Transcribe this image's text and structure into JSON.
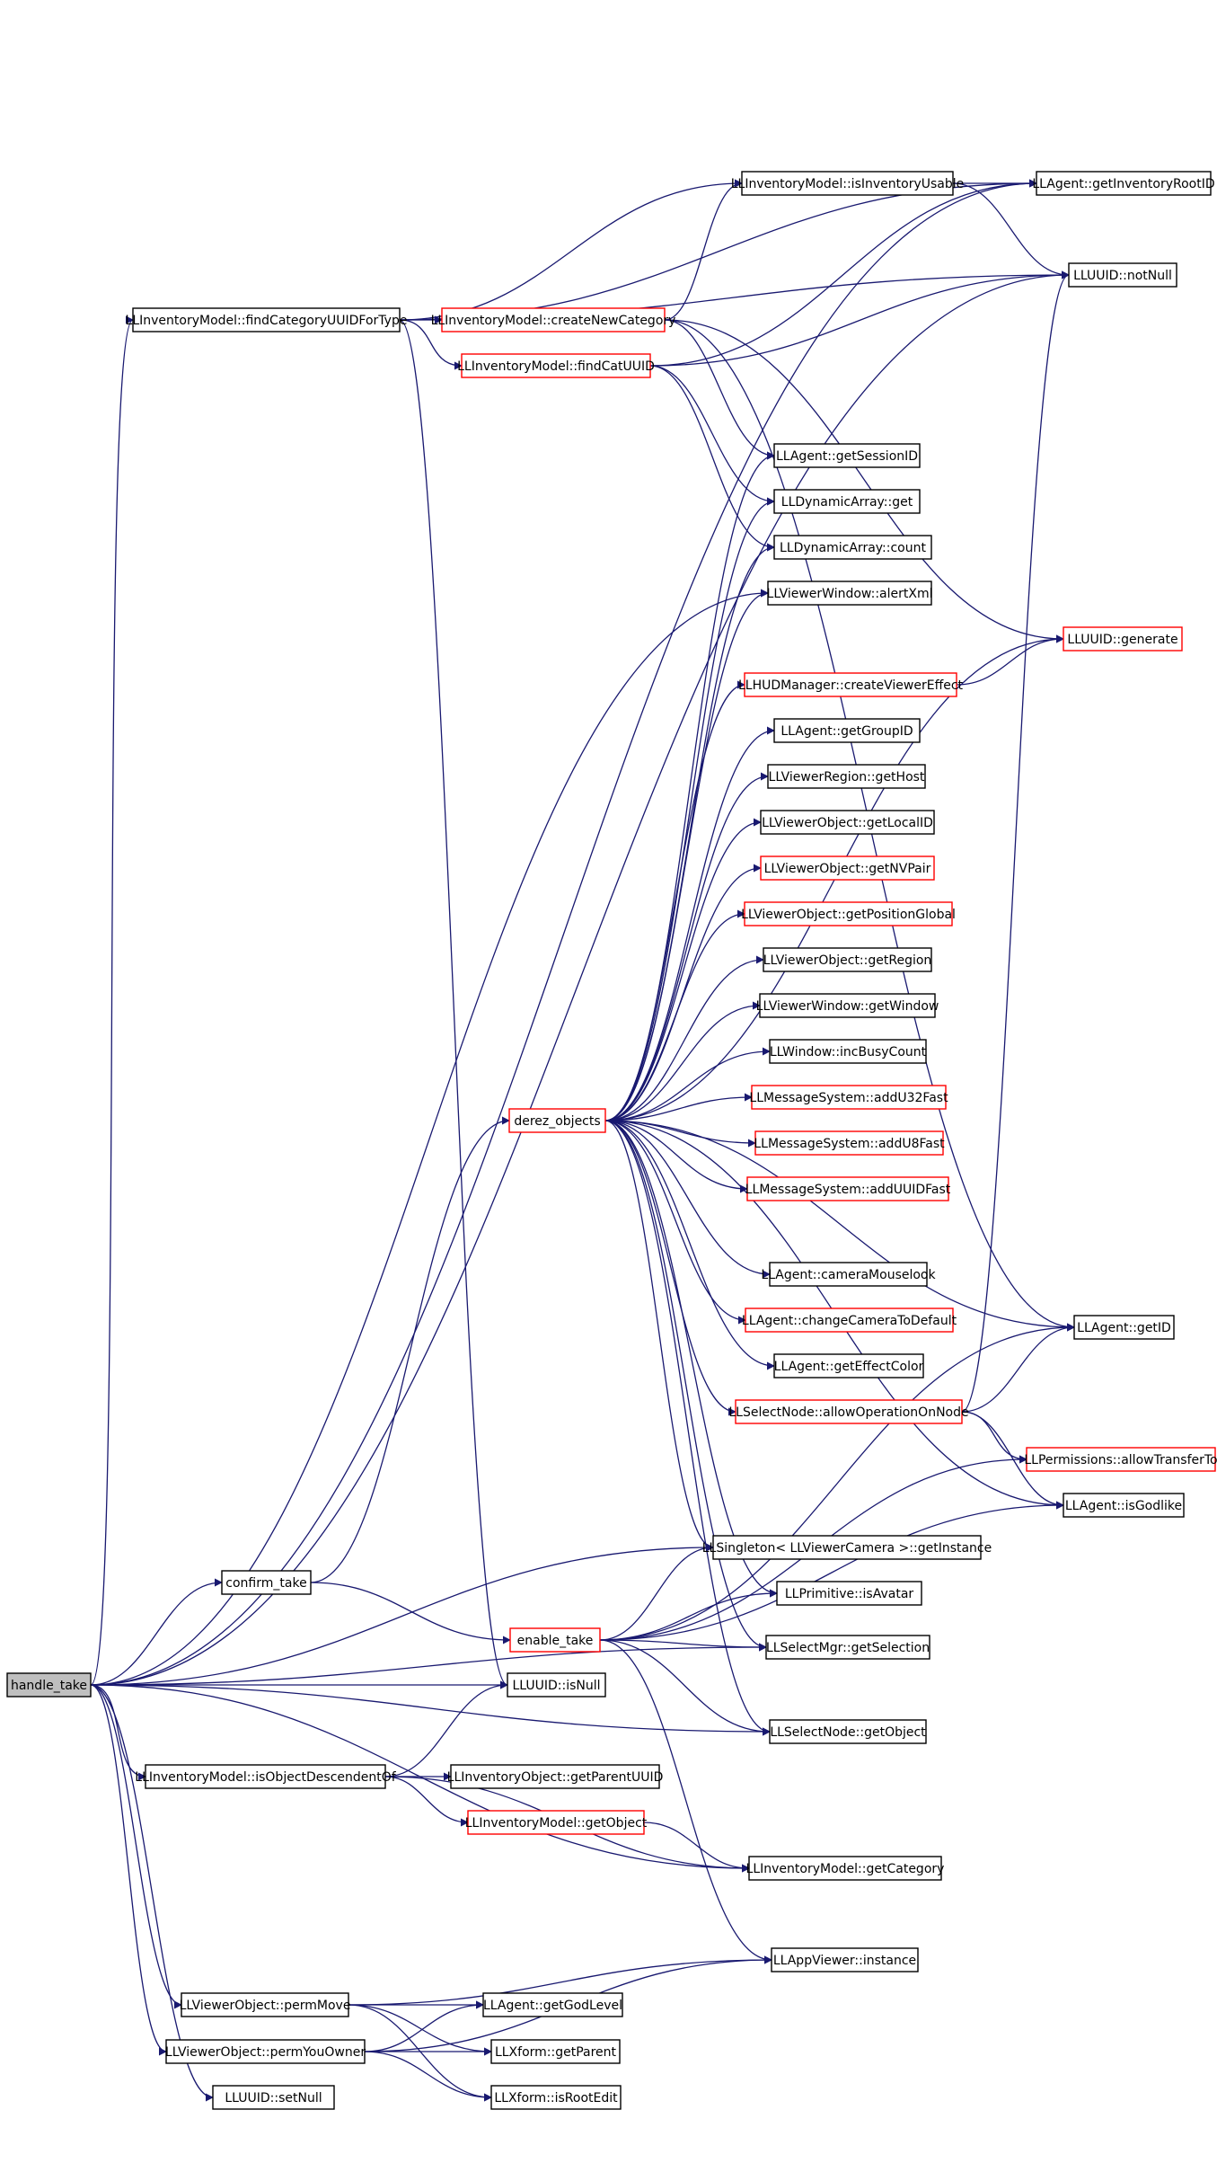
{
  "colors": {
    "edge": "#191970",
    "node_border": "#000000",
    "node_border_highlight": "#ff0000",
    "node_fill": "#ffffff",
    "root_fill": "#bfbfbf"
  },
  "nodes": [
    {
      "id": "handle_take",
      "label": "handle_take",
      "style": "root"
    },
    {
      "id": "findCategoryUUIDForType",
      "label": "LLInventoryModel::findCategoryUUIDForType",
      "style": "plain"
    },
    {
      "id": "createNewCategory",
      "label": "LLInventoryModel::createNewCategory",
      "style": "red"
    },
    {
      "id": "findCatUUID",
      "label": "LLInventoryModel::findCatUUID",
      "style": "red"
    },
    {
      "id": "isInventoryUsable",
      "label": "LLInventoryModel::isInventoryUsable",
      "style": "plain"
    },
    {
      "id": "getInventoryRootID",
      "label": "LLAgent::getInventoryRootID",
      "style": "plain"
    },
    {
      "id": "notNull",
      "label": "LLUUID::notNull",
      "style": "plain"
    },
    {
      "id": "getSessionID",
      "label": "LLAgent::getSessionID",
      "style": "plain"
    },
    {
      "id": "dynGet",
      "label": "LLDynamicArray::get",
      "style": "plain"
    },
    {
      "id": "dynCount",
      "label": "LLDynamicArray::count",
      "style": "plain"
    },
    {
      "id": "alertXml",
      "label": "LLViewerWindow::alertXml",
      "style": "plain"
    },
    {
      "id": "generate",
      "label": "LLUUID::generate",
      "style": "red"
    },
    {
      "id": "createViewerEffect",
      "label": "LLHUDManager::createViewerEffect",
      "style": "red"
    },
    {
      "id": "getGroupID",
      "label": "LLAgent::getGroupID",
      "style": "plain"
    },
    {
      "id": "getHost",
      "label": "LLViewerRegion::getHost",
      "style": "plain"
    },
    {
      "id": "getLocalID",
      "label": "LLViewerObject::getLocalID",
      "style": "plain"
    },
    {
      "id": "getNVPair",
      "label": "LLViewerObject::getNVPair",
      "style": "red"
    },
    {
      "id": "getPositionGlobal",
      "label": "LLViewerObject::getPositionGlobal",
      "style": "red"
    },
    {
      "id": "getRegion",
      "label": "LLViewerObject::getRegion",
      "style": "plain"
    },
    {
      "id": "getWindow",
      "label": "LLViewerWindow::getWindow",
      "style": "plain"
    },
    {
      "id": "incBusyCount",
      "label": "LLWindow::incBusyCount",
      "style": "plain"
    },
    {
      "id": "derez_objects",
      "label": "derez_objects",
      "style": "red"
    },
    {
      "id": "addU32Fast",
      "label": "LLMessageSystem::addU32Fast",
      "style": "red"
    },
    {
      "id": "addU8Fast",
      "label": "LLMessageSystem::addU8Fast",
      "style": "red"
    },
    {
      "id": "addUUIDFast",
      "label": "LLMessageSystem::addUUIDFast",
      "style": "red"
    },
    {
      "id": "cameraMouselook",
      "label": "LLAgent::cameraMouselook",
      "style": "plain"
    },
    {
      "id": "changeCameraToDefault",
      "label": "LLAgent::changeCameraToDefault",
      "style": "red"
    },
    {
      "id": "getID",
      "label": "LLAgent::getID",
      "style": "plain"
    },
    {
      "id": "getEffectColor",
      "label": "LLAgent::getEffectColor",
      "style": "plain"
    },
    {
      "id": "allowOperationOnNode",
      "label": "LLSelectNode::allowOperationOnNode",
      "style": "red"
    },
    {
      "id": "allowTransferTo",
      "label": "LLPermissions::allowTransferTo",
      "style": "red"
    },
    {
      "id": "isGodlike",
      "label": "LLAgent::isGodlike",
      "style": "plain"
    },
    {
      "id": "confirm_take",
      "label": "confirm_take",
      "style": "plain"
    },
    {
      "id": "getInstance",
      "label": "LLSingleton< LLViewerCamera >::getInstance",
      "style": "plain"
    },
    {
      "id": "isAvatar",
      "label": "LLPrimitive::isAvatar",
      "style": "plain"
    },
    {
      "id": "enable_take",
      "label": "enable_take",
      "style": "red"
    },
    {
      "id": "getSelection",
      "label": "LLSelectMgr::getSelection",
      "style": "plain"
    },
    {
      "id": "isNull",
      "label": "LLUUID::isNull",
      "style": "plain"
    },
    {
      "id": "getObjectNode",
      "label": "LLSelectNode::getObject",
      "style": "plain"
    },
    {
      "id": "isObjectDescendentOf",
      "label": "LLInventoryModel::isObjectDescendentOf",
      "style": "plain"
    },
    {
      "id": "getParentUUID",
      "label": "LLInventoryObject::getParentUUID",
      "style": "plain"
    },
    {
      "id": "getObjectInv",
      "label": "LLInventoryModel::getObject",
      "style": "red"
    },
    {
      "id": "getCategory",
      "label": "LLInventoryModel::getCategory",
      "style": "plain"
    },
    {
      "id": "appInstance",
      "label": "LLAppViewer::instance",
      "style": "plain"
    },
    {
      "id": "permMove",
      "label": "LLViewerObject::permMove",
      "style": "plain"
    },
    {
      "id": "getGodLevel",
      "label": "LLAgent::getGodLevel",
      "style": "plain"
    },
    {
      "id": "permYouOwner",
      "label": "LLViewerObject::permYouOwner",
      "style": "plain"
    },
    {
      "id": "getParent",
      "label": "LLXform::getParent",
      "style": "plain"
    },
    {
      "id": "setNull",
      "label": "LLUUID::setNull",
      "style": "plain"
    },
    {
      "id": "isRootEdit",
      "label": "LLXform::isRootEdit",
      "style": "plain"
    }
  ],
  "edges": [
    [
      "handle_take",
      "findCategoryUUIDForType"
    ],
    [
      "handle_take",
      "getInventoryRootID"
    ],
    [
      "handle_take",
      "notNull"
    ],
    [
      "handle_take",
      "alertXml"
    ],
    [
      "handle_take",
      "confirm_take"
    ],
    [
      "handle_take",
      "getInstance"
    ],
    [
      "handle_take",
      "getSelection"
    ],
    [
      "handle_take",
      "isNull"
    ],
    [
      "handle_take",
      "getObjectNode"
    ],
    [
      "handle_take",
      "isObjectDescendentOf"
    ],
    [
      "handle_take",
      "getCategory"
    ],
    [
      "handle_take",
      "permMove"
    ],
    [
      "handle_take",
      "permYouOwner"
    ],
    [
      "handle_take",
      "setNull"
    ],
    [
      "findCategoryUUIDForType",
      "createNewCategory"
    ],
    [
      "findCategoryUUIDForType",
      "findCatUUID"
    ],
    [
      "findCategoryUUIDForType",
      "isInventoryUsable"
    ],
    [
      "findCategoryUUIDForType",
      "getInventoryRootID"
    ],
    [
      "findCategoryUUIDForType",
      "notNull"
    ],
    [
      "findCategoryUUIDForType",
      "isNull"
    ],
    [
      "isInventoryUsable",
      "getInventoryRootID"
    ],
    [
      "isInventoryUsable",
      "notNull"
    ],
    [
      "createNewCategory",
      "isInventoryUsable"
    ],
    [
      "createNewCategory",
      "getSessionID"
    ],
    [
      "createNewCategory",
      "generate"
    ],
    [
      "createNewCategory",
      "getID"
    ],
    [
      "findCatUUID",
      "getInventoryRootID"
    ],
    [
      "findCatUUID",
      "notNull"
    ],
    [
      "findCatUUID",
      "dynGet"
    ],
    [
      "findCatUUID",
      "dynCount"
    ],
    [
      "derez_objects",
      "getSessionID"
    ],
    [
      "derez_objects",
      "dynGet"
    ],
    [
      "derez_objects",
      "dynCount"
    ],
    [
      "derez_objects",
      "alertXml"
    ],
    [
      "derez_objects",
      "generate"
    ],
    [
      "derez_objects",
      "createViewerEffect"
    ],
    [
      "derez_objects",
      "getGroupID"
    ],
    [
      "derez_objects",
      "getHost"
    ],
    [
      "derez_objects",
      "getLocalID"
    ],
    [
      "derez_objects",
      "getNVPair"
    ],
    [
      "derez_objects",
      "getPositionGlobal"
    ],
    [
      "derez_objects",
      "getRegion"
    ],
    [
      "derez_objects",
      "getWindow"
    ],
    [
      "derez_objects",
      "incBusyCount"
    ],
    [
      "derez_objects",
      "addU32Fast"
    ],
    [
      "derez_objects",
      "addU8Fast"
    ],
    [
      "derez_objects",
      "addUUIDFast"
    ],
    [
      "derez_objects",
      "cameraMouselook"
    ],
    [
      "derez_objects",
      "changeCameraToDefault"
    ],
    [
      "derez_objects",
      "getID"
    ],
    [
      "derez_objects",
      "getEffectColor"
    ],
    [
      "derez_objects",
      "allowOperationOnNode"
    ],
    [
      "derez_objects",
      "isGodlike"
    ],
    [
      "derez_objects",
      "getInstance"
    ],
    [
      "derez_objects",
      "isAvatar"
    ],
    [
      "derez_objects",
      "getSelection"
    ],
    [
      "derez_objects",
      "getObjectNode"
    ],
    [
      "createViewerEffect",
      "generate"
    ],
    [
      "allowOperationOnNode",
      "notNull"
    ],
    [
      "allowOperationOnNode",
      "getID"
    ],
    [
      "allowOperationOnNode",
      "allowTransferTo"
    ],
    [
      "allowOperationOnNode",
      "isGodlike"
    ],
    [
      "confirm_take",
      "derez_objects"
    ],
    [
      "confirm_take",
      "enable_take"
    ],
    [
      "enable_take",
      "getInstance"
    ],
    [
      "enable_take",
      "isAvatar"
    ],
    [
      "enable_take",
      "getSelection"
    ],
    [
      "enable_take",
      "getObjectNode"
    ],
    [
      "enable_take",
      "getID"
    ],
    [
      "enable_take",
      "allowTransferTo"
    ],
    [
      "enable_take",
      "isGodlike"
    ],
    [
      "enable_take",
      "appInstance"
    ],
    [
      "isObjectDescendentOf",
      "isNull"
    ],
    [
      "isObjectDescendentOf",
      "getParentUUID"
    ],
    [
      "isObjectDescendentOf",
      "getObjectInv"
    ],
    [
      "isObjectDescendentOf",
      "getCategory"
    ],
    [
      "getObjectInv",
      "getCategory"
    ],
    [
      "permMove",
      "appInstance"
    ],
    [
      "permMove",
      "getGodLevel"
    ],
    [
      "permMove",
      "getParent"
    ],
    [
      "permMove",
      "isRootEdit"
    ],
    [
      "permYouOwner",
      "appInstance"
    ],
    [
      "permYouOwner",
      "getGodLevel"
    ],
    [
      "permYouOwner",
      "getParent"
    ],
    [
      "permYouOwner",
      "isRootEdit"
    ]
  ]
}
